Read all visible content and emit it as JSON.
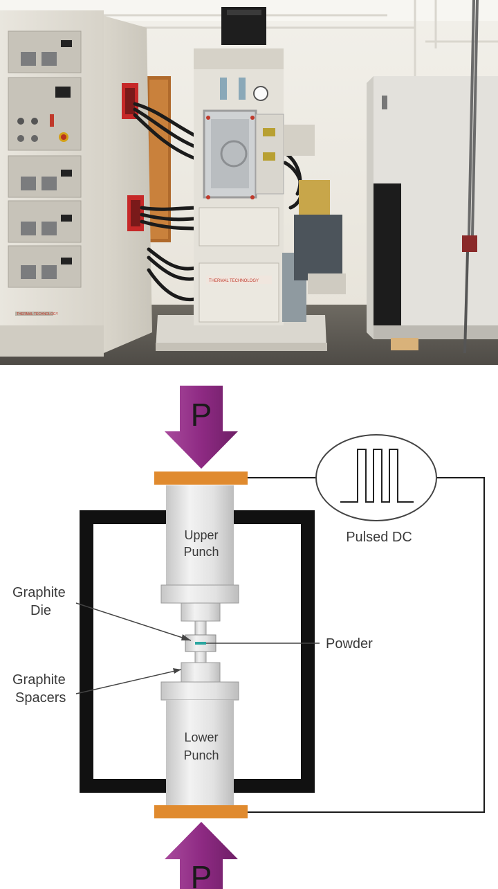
{
  "photo": {
    "equipment_plate": "THERMAL TECHNOLOGY",
    "cabinet_plate": "THERMAL TECHNOLOGY"
  },
  "diagram": {
    "top_pressure": "P",
    "bottom_pressure": "P",
    "upper_punch": [
      "Upper",
      "Punch"
    ],
    "lower_punch": [
      "Lower",
      "Punch"
    ],
    "graphite_die": [
      "Graphite",
      "Die"
    ],
    "graphite_spacers": [
      "Graphite",
      "Spacers"
    ],
    "powder": "Powder",
    "pulsed_dc": "Pulsed DC"
  },
  "colors": {
    "arrow": "#8e2a83",
    "electrode": "#e08a2e",
    "frame": "#111111",
    "punch": "#e0e0e0",
    "powder": "#2aa6a0"
  }
}
